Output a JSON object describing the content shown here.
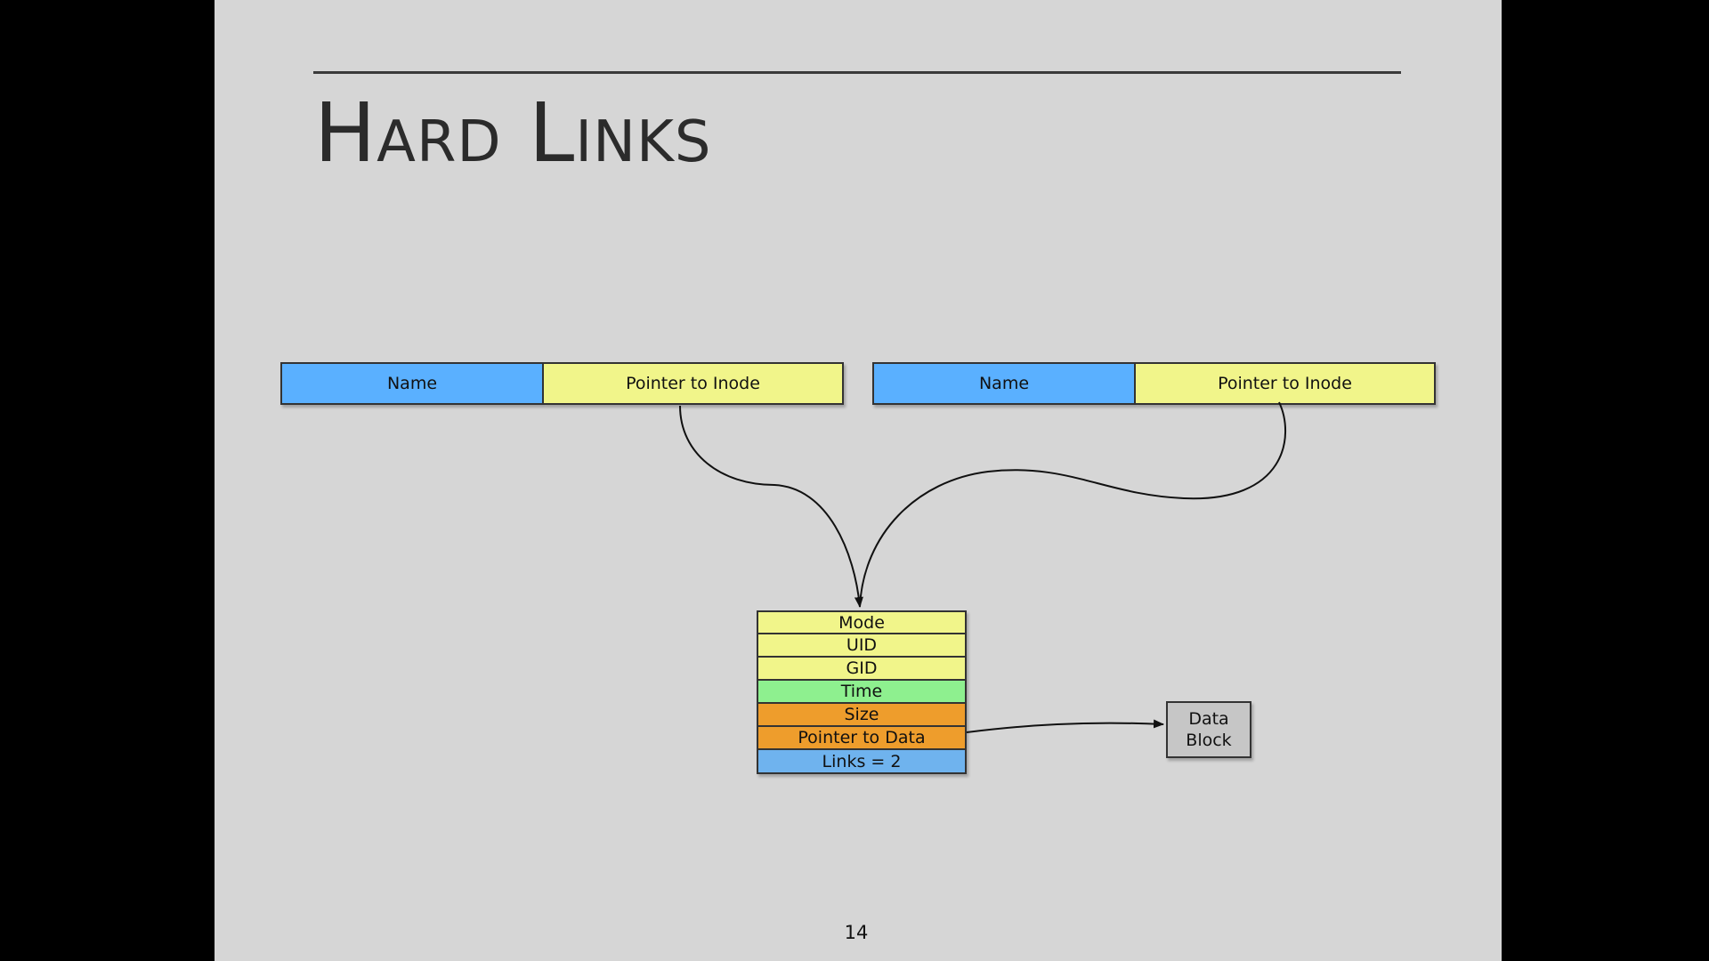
{
  "slide": {
    "title": "Hard Links",
    "page_number": "14"
  },
  "directory_entries": [
    {
      "name_label": "Name",
      "pointer_label": "Pointer to Inode"
    },
    {
      "name_label": "Name",
      "pointer_label": "Pointer to Inode"
    }
  ],
  "inode": {
    "fields": [
      {
        "label": "Mode",
        "color": "#f1f58a"
      },
      {
        "label": "UID",
        "color": "#f1f58a"
      },
      {
        "label": "GID",
        "color": "#f1f58a"
      },
      {
        "label": "Time",
        "color": "#8ef08f"
      },
      {
        "label": "Size",
        "color": "#ee9d2c"
      },
      {
        "label": "Pointer to Data",
        "color": "#ee9d2c"
      },
      {
        "label": "Links = 2",
        "color": "#6fb3ee"
      }
    ]
  },
  "data_block": {
    "line1": "Data",
    "line2": "Block"
  },
  "colors": {
    "name_cell": "#5ab0ff",
    "pointer_cell": "#f1f58a",
    "data_block": "#c6c6c6",
    "slide_background": "#d6d6d6"
  }
}
